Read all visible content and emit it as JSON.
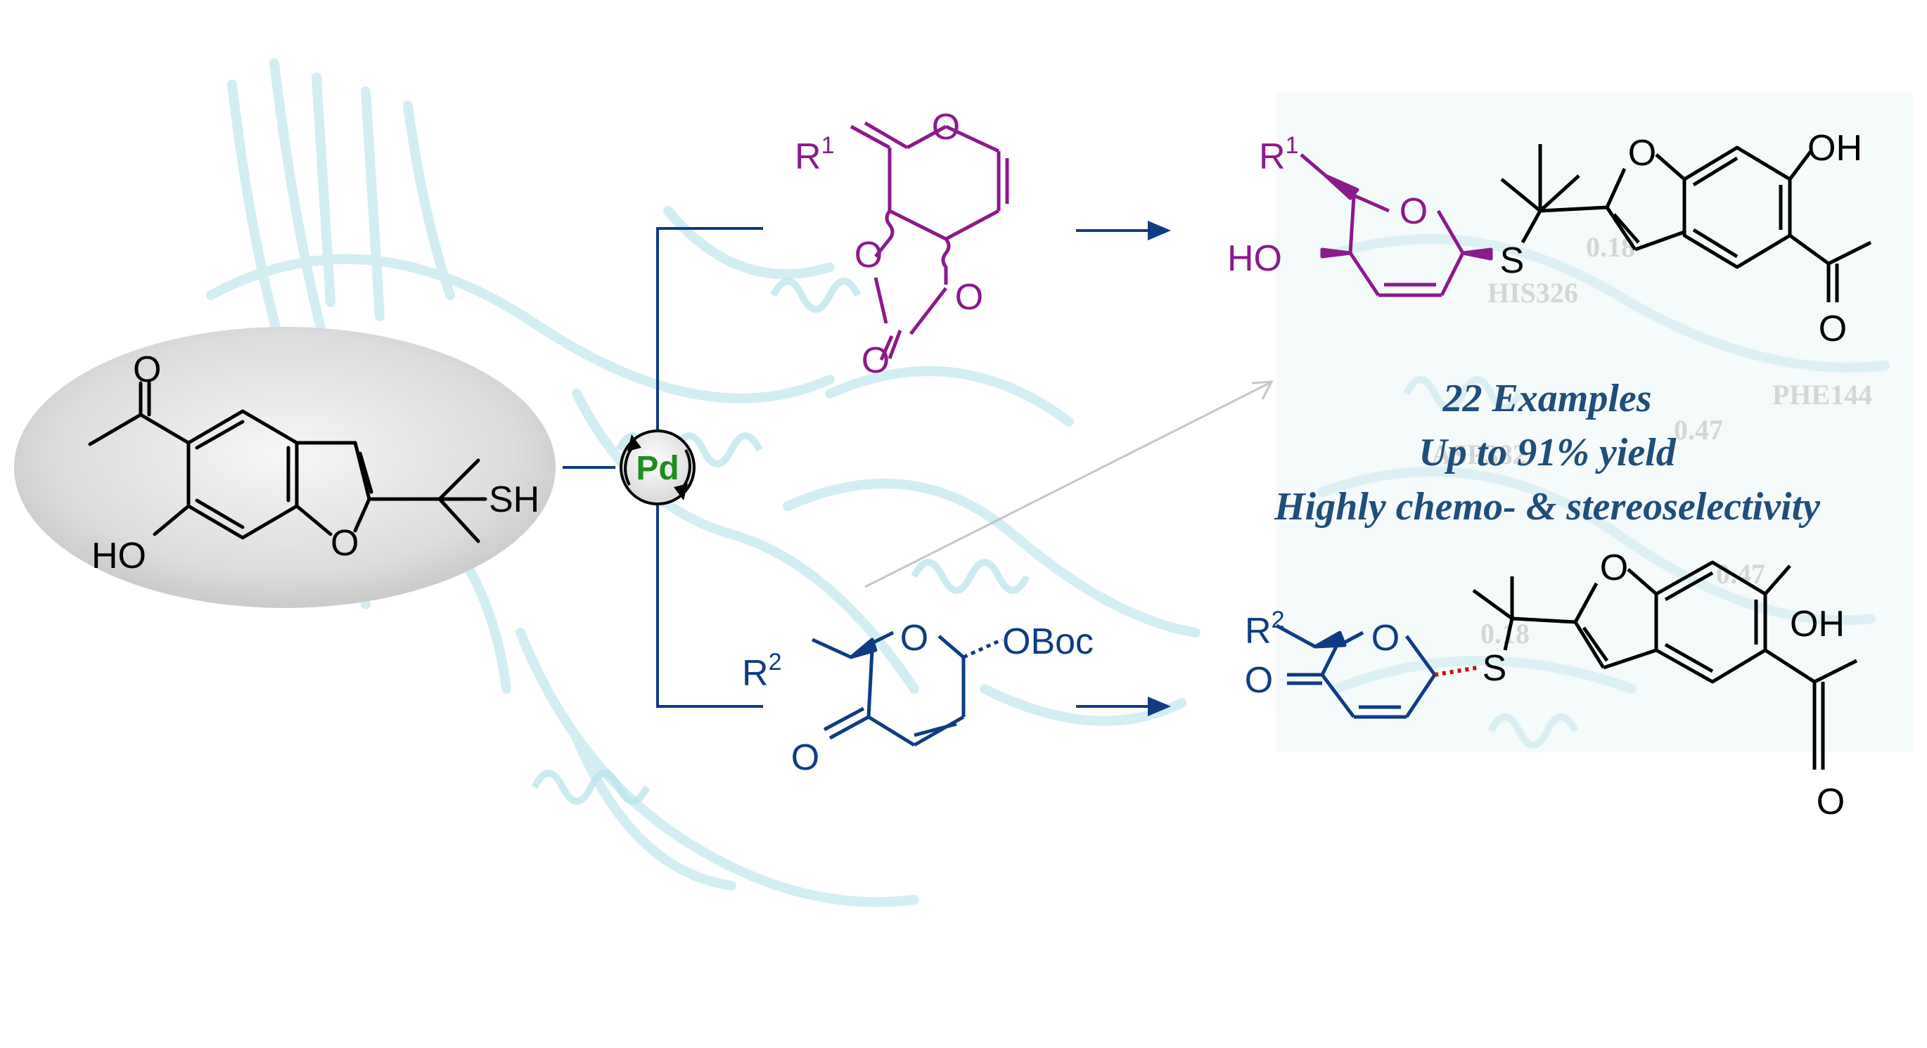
{
  "start": {
    "carbonyl_o": "O",
    "oh": "HO",
    "ring_o": "O",
    "thiol": "SH"
  },
  "catalyst": {
    "label": "Pd"
  },
  "glycal": {
    "r_group": "R",
    "r_sup": "1",
    "ring_o": "O",
    "carbonate_o1": "O",
    "carbonate_o2": "O",
    "carbonate_o3": "O"
  },
  "pyranone": {
    "r_group": "R",
    "r_sup": "2",
    "ring_o": "O",
    "leaving_group": "OBoc",
    "ketone_o": "O"
  },
  "product_top": {
    "r_group": "R",
    "r_sup": "1",
    "oh": "HO",
    "ring_o": "O",
    "sulfur": "S",
    "benzofuran_o": "O",
    "phenol": "OH",
    "acetyl_o": "O"
  },
  "product_bottom": {
    "r_group": "R",
    "r_sup": "2",
    "ketone_o": "O",
    "ring_o": "O",
    "sulfur": "S",
    "benzofuran_o": "O",
    "phenol": "OH",
    "acetyl_o": "O"
  },
  "highlights": {
    "line1": "22 Examples",
    "line2": "Up to 91% yield",
    "line3": "Highly chemo- & stereoselectivity"
  },
  "background_labels": {
    "his": "HIS326",
    "phe": "PHE144",
    "asp": "ASP382",
    "d1": "0.18",
    "d2": "0.47",
    "d3": "0.47",
    "d4": "0.18"
  },
  "colors": {
    "purple": "#8B1A8B",
    "navy": "#0F3C82",
    "pd_green": "#1E8C1E",
    "text_blue": "#1F4E79",
    "protein_cyan": "#BFE6EE",
    "ellipse_gray": "#D9D9D9"
  }
}
